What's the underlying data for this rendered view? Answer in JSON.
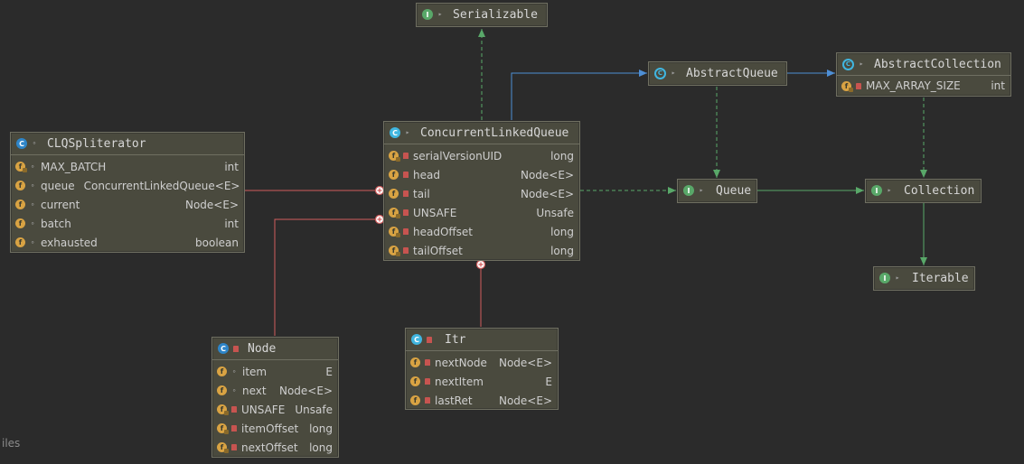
{
  "nodes": {
    "serializable": {
      "name": "Serializable"
    },
    "abstract_queue": {
      "name": "AbstractQueue"
    },
    "abstract_collection": {
      "name": "AbstractCollection",
      "fields": [
        {
          "name": "MAX_ARRAY_SIZE",
          "type": "int"
        }
      ]
    },
    "clq": {
      "name": "ConcurrentLinkedQueue",
      "fields": [
        {
          "name": "serialVersionUID",
          "type": "long"
        },
        {
          "name": "head",
          "type": "Node<E>"
        },
        {
          "name": "tail",
          "type": "Node<E>"
        },
        {
          "name": "UNSAFE",
          "type": "Unsafe"
        },
        {
          "name": "headOffset",
          "type": "long"
        },
        {
          "name": "tailOffset",
          "type": "long"
        }
      ]
    },
    "clq_spliterator": {
      "name": "CLQSpliterator",
      "fields": [
        {
          "name": "MAX_BATCH",
          "type": "int"
        },
        {
          "name": "queue",
          "type": "ConcurrentLinkedQueue<E>"
        },
        {
          "name": "current",
          "type": "Node<E>"
        },
        {
          "name": "batch",
          "type": "int"
        },
        {
          "name": "exhausted",
          "type": "boolean"
        }
      ]
    },
    "queue": {
      "name": "Queue"
    },
    "collection": {
      "name": "Collection"
    },
    "iterable": {
      "name": "Iterable"
    },
    "node": {
      "name": "Node",
      "fields": [
        {
          "name": "item",
          "type": "E"
        },
        {
          "name": "next",
          "type": "Node<E>"
        },
        {
          "name": "UNSAFE",
          "type": "Unsafe"
        },
        {
          "name": "itemOffset",
          "type": "long"
        },
        {
          "name": "nextOffset",
          "type": "long"
        }
      ]
    },
    "itr": {
      "name": "Itr",
      "fields": [
        {
          "name": "nextNode",
          "type": "Node<E>"
        },
        {
          "name": "nextItem",
          "type": "E"
        },
        {
          "name": "lastRet",
          "type": "Node<E>"
        }
      ]
    }
  },
  "corner_text": "iles",
  "colors": {
    "background": "#2b2b2b",
    "node_fill": "#4a4a3e",
    "implements_edge": "#59a869",
    "extends_edge": "#4e8fd6",
    "inner_class_edge": "#d05c5c"
  }
}
